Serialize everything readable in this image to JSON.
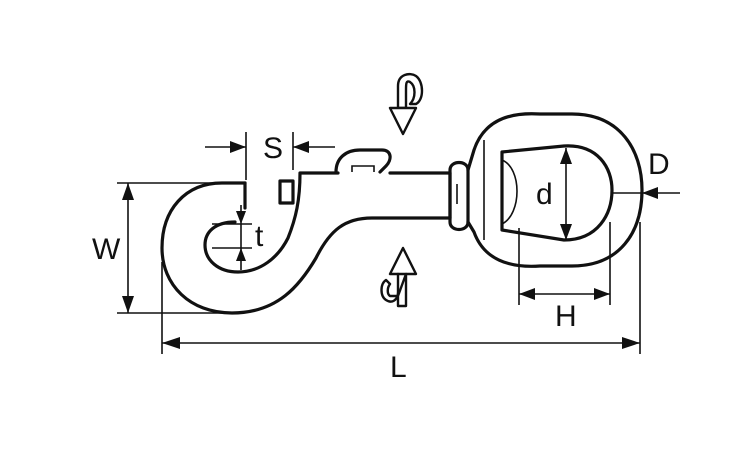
{
  "labels": {
    "S": "S",
    "D": "D",
    "d": "d",
    "W": "W",
    "t": "t",
    "H": "H",
    "L": "L"
  },
  "colors": {
    "stroke": "#111111",
    "background": "#ffffff"
  },
  "icons": [
    "rotate-arrow-down-icon",
    "rotate-arrow-up-icon"
  ]
}
